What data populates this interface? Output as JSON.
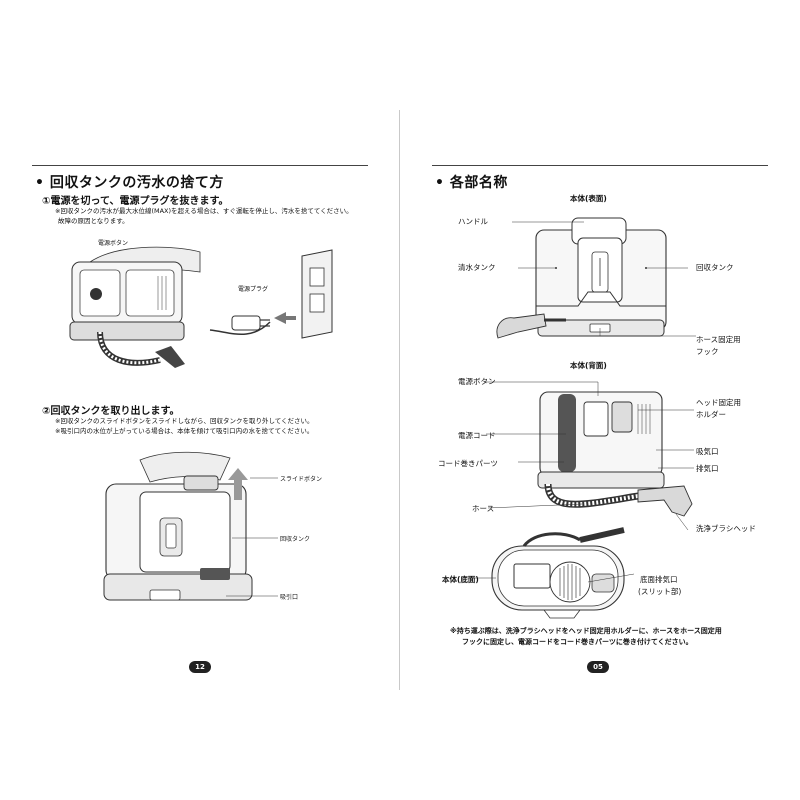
{
  "left_page": {
    "heading": "• 回収タンクの汚水の捨て方",
    "step1_title": "①電源を切って、電源プラグを抜きます。",
    "step1_note_line1": "※回収タンクの汚水が最大水位線(MAX)を超える場合は、すぐ運転を停止し、汚水を捨ててください。",
    "step1_note_line2": "故障の原因となります。",
    "fig1_label_power_button": "電源ボタン",
    "fig1_label_power_plug": "電源プラグ",
    "step2_title": "②回収タンクを取り出します。",
    "step2_note_line1": "※回収タンクのスライドボタンをスライドしながら、回収タンクを取り外してください。",
    "step2_note_line2": "※吸引口内の水位が上がっている場合は、本体を傾けて吸引口内の水を捨ててください。",
    "fig2_label_slide_button": "スライドボタン",
    "fig2_label_recovery_tank": "回収タンク",
    "fig2_label_suction_port": "吸引口",
    "page_number": "12"
  },
  "right_page": {
    "heading": "• 各部名称",
    "front_title": "本体(表面)",
    "front_labels": {
      "handle": "ハンドル",
      "clean_tank": "清水タンク",
      "recovery_tank": "回収タンク",
      "hose_hook_line1": "ホース固定用",
      "hose_hook_line2": "フック"
    },
    "back_title": "本体(背面)",
    "back_labels": {
      "power_button": "電源ボタン",
      "head_holder_line1": "ヘッド固定用",
      "head_holder_line2": "ホルダー",
      "power_cord": "電源コード",
      "intake": "吸気口",
      "cord_wrap": "コード巻きパーツ",
      "exhaust": "排気口",
      "hose": "ホース",
      "brush_head": "洗浄ブラシヘッド"
    },
    "bottom_title": "本体(底面)",
    "bottom_labels": {
      "bottom_exhaust_line1": "底面排気口",
      "bottom_exhaust_line2": "(スリット部)"
    },
    "carry_note_line1": "※持ち運ぶ際は、洗浄ブラシヘッドをヘッド固定用ホルダーに、ホースをホース固定用",
    "carry_note_line2": "フックに固定し、電源コードをコード巻きパーツに巻き付けてください。",
    "page_number": "05"
  }
}
